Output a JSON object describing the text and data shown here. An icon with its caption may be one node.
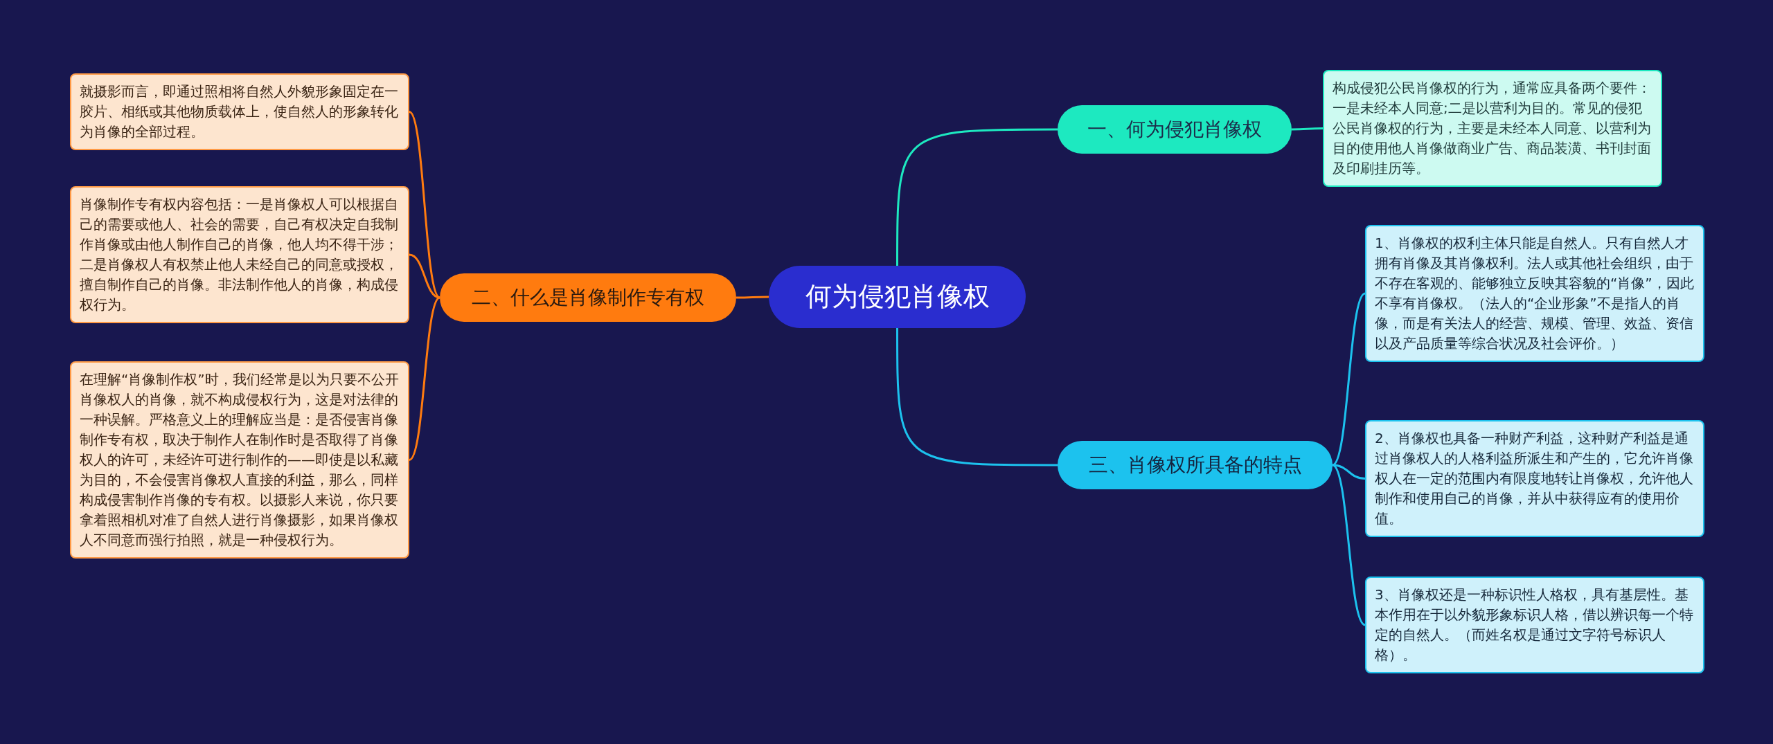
{
  "diagram": {
    "nodes": [
      {
        "text": [
          "何为侵犯肖像权"
        ]
      },
      {
        "text": [
          "一、何为侵犯肖像权"
        ]
      },
      {
        "text": [
          "二、什么是肖像制作专有权"
        ]
      },
      {
        "text": [
          "三、肖像权所具备的特点"
        ]
      },
      {
        "text": [
          "构成侵犯公民肖像权的行为，通常应具备两个要件：一是未经本人同意;二是以营利为目的。常见的侵犯公民肖像权的行为，主要是未经本人同意、以营利为目的使用他人肖像做商业广告、商品装潢、书刊封面及印刷挂历等。"
        ]
      },
      {
        "text": [
          "就摄影而言，即通过照相将自然人外貌形象固定在一胶片、相纸或其他物质载体上，使自然人的形象转化为肖像的全部过程。"
        ]
      },
      {
        "text": [
          "肖像制作专有权内容包括：一是肖像权人可以根据自己的需要或他人、社会的需要，自己有权决定自我制作肖像或由他人制作自己的肖像，他人均不得干涉；二是肖像权人有权禁止他人未经自己的同意或授权，擅自制作自己的肖像。非法制作他人的肖像，构成侵权行为。"
        ]
      },
      {
        "text": [
          "在理解“肖像制作权”时，我们经常是以为只要不公开肖像权人的肖像，就不构成侵权行为，这是对法律的一种误解。严格意义上的理解应当是：是否侵害肖像制作专有权，取决于制作人在制作时是否取得了肖像权人的许可，未经许可进行制作的——即使是以私藏为目的，不会侵害肖像权人直接的利益，那么，同样构成侵害制作肖像的专有权。以摄影人来说，你只要拿着照相机对准了自然人进行肖像摄影，如果肖像权人不同意而强行拍照，就是一种侵权行为。"
        ]
      },
      {
        "text": [
          "1、肖像权的权利主体只能是自然人。只有自然人才拥有肖像及其肖像权利。法人或其他社会组织，由于不存在客观的、能够独立反映其容貌的“肖像”，因此不享有肖像权。（法人的“企业形象”不是指人的肖像，而是有关法人的经营、规模、管理、效益、资信以及产品质量等综合状况及社会评价。）"
        ]
      },
      {
        "text": [
          "2、肖像权也具备一种财产利益，这种财产利益是通过肖像权人的人格利益所派生和产生的，它允许肖像权人在一定的范围内有限度地转让肖像权，允许他人制作和使用自己的肖像，并从中获得应有的使用价值。"
        ]
      },
      {
        "text": [
          "3、肖像权还是一种标识性人格权，具有基层性。基本作用在于以外貌形象标识人格，借以辨识每一个特定的自然人。（而姓名权是通过文字符号标识人格）。"
        ]
      }
    ],
    "edges": [
      {
        "from": 0,
        "to": 1,
        "arrow": "none",
        "color": "#1de9c0"
      },
      {
        "from": 0,
        "to": 2,
        "arrow": "none",
        "color": "#ff7b0f"
      },
      {
        "from": 0,
        "to": 3,
        "arrow": "none",
        "color": "#1cc2ee"
      },
      {
        "from": 1,
        "to": 4,
        "arrow": "none",
        "color": "#1de9c0"
      },
      {
        "from": 2,
        "to": 5,
        "arrow": "none",
        "color": "#ff7b0f"
      },
      {
        "from": 2,
        "to": 6,
        "arrow": "none",
        "color": "#ff7b0f"
      },
      {
        "from": 2,
        "to": 7,
        "arrow": "none",
        "color": "#ff7b0f"
      },
      {
        "from": 3,
        "to": 8,
        "arrow": "none",
        "color": "#1cc2ee"
      },
      {
        "from": 3,
        "to": 9,
        "arrow": "none",
        "color": "#1cc2ee"
      },
      {
        "from": 3,
        "to": 10,
        "arrow": "none",
        "color": "#1cc2ee"
      }
    ]
  }
}
